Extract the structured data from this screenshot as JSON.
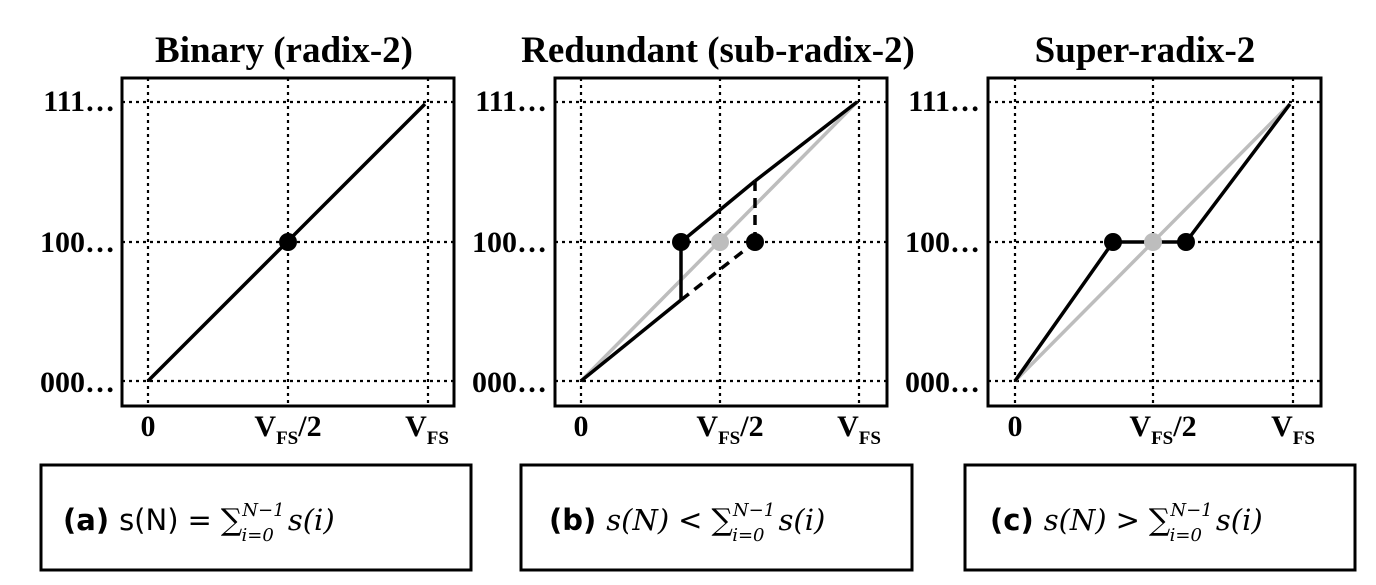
{
  "panels": [
    {
      "title": "Binary (radix-2)",
      "y_ticks": [
        "111…",
        "100…",
        "000…"
      ],
      "x_tick_zero": "0",
      "x_tick_half_main": "V",
      "x_tick_half_sub": "FS",
      "x_tick_half_tail": "/2",
      "x_tick_full_main": "V",
      "x_tick_full_sub": "FS",
      "caption": {
        "label": "(a)",
        "lhs": "s(N)",
        "relation": "=",
        "sum": "∑",
        "sup": "N−1",
        "sub": "i=0",
        "rhs": "s(i)"
      }
    },
    {
      "title": "Redundant (sub-radix-2)",
      "y_ticks": [
        "111…",
        "100…",
        "000…"
      ],
      "x_tick_zero": "0",
      "x_tick_half_main": "V",
      "x_tick_half_sub": "FS",
      "x_tick_half_tail": "/2",
      "x_tick_full_main": "V",
      "x_tick_full_sub": "FS",
      "caption": {
        "label": "(b)",
        "lhs": "s(N)",
        "relation": "<",
        "sum": "∑",
        "sup": "N−1",
        "sub": "i=0",
        "rhs": "s(i)"
      }
    },
    {
      "title": "Super-radix-2",
      "y_ticks": [
        "111…",
        "100…",
        "000…"
      ],
      "x_tick_zero": "0",
      "x_tick_half_main": "V",
      "x_tick_half_sub": "FS",
      "x_tick_half_tail": "/2",
      "x_tick_full_main": "V",
      "x_tick_full_sub": "FS",
      "caption": {
        "label": "(c)",
        "lhs": "s(N)",
        "relation": ">",
        "sum": "∑",
        "sup": "N−1",
        "sub": "i=0",
        "rhs": "s(i)"
      }
    }
  ],
  "colors": {
    "line": "#000000",
    "ideal_line": "#bdbdbd",
    "background": "#ffffff"
  }
}
